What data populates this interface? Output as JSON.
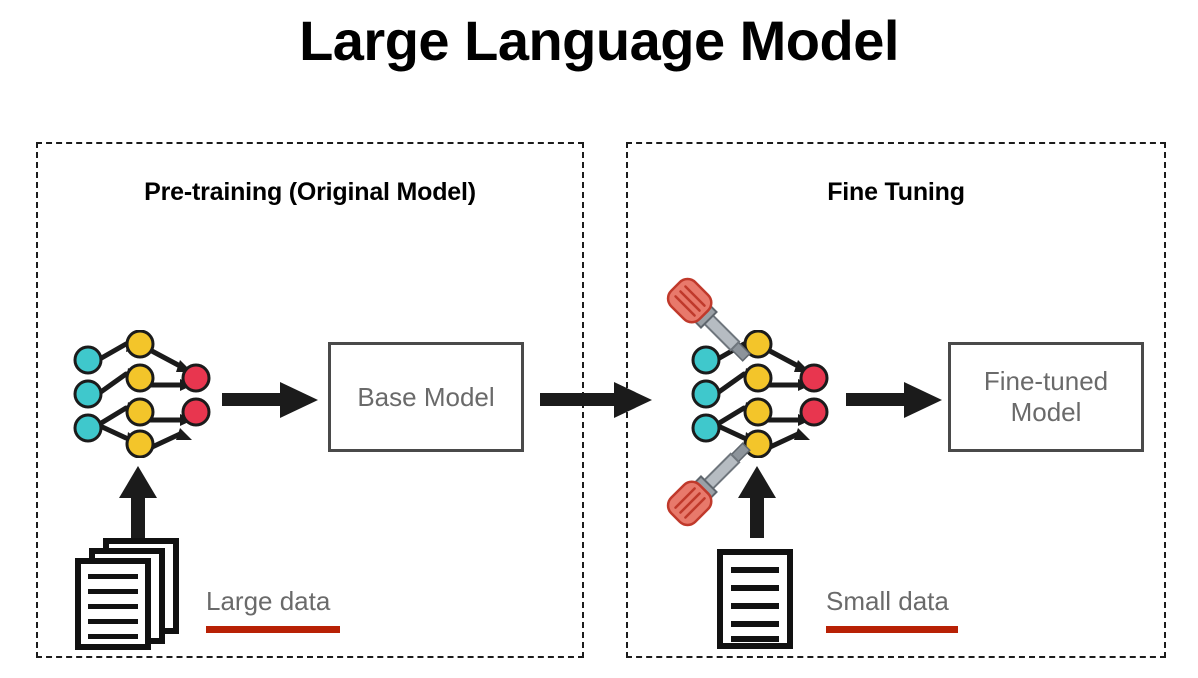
{
  "page": {
    "title": "Large Language Model",
    "background_color": "#ffffff"
  },
  "colors": {
    "node_input": "#3fc8cc",
    "node_hidden": "#f3c52a",
    "node_output": "#e8364f",
    "node_stroke": "#1b1b1b",
    "arrow": "#1b1b1b",
    "panel_border": "#1c1c1c",
    "box_border": "#4a4a4a",
    "box_text": "#6a6a6a",
    "underline_red": "#b82105",
    "screwdriver_handle": "#e8796b",
    "screwdriver_handle_stripe": "#c0392b",
    "screwdriver_shaft": "#9aa0a6",
    "document_stroke": "#111111"
  },
  "panels": [
    {
      "id": "pretraining",
      "title": "Pre-training (Original Model)",
      "model_box_label": "Base Model",
      "data_label": "Large data",
      "document_icon": "document-stack-icon",
      "document_count": 3,
      "document_lines": 5,
      "has_screwdrivers": false,
      "network": {
        "input_nodes": 3,
        "hidden_nodes": 4,
        "output_nodes": 2,
        "input_color": "#3fc8cc",
        "hidden_color": "#f3c52a",
        "output_color": "#e8364f"
      }
    },
    {
      "id": "finetuning",
      "title": "Fine Tuning",
      "model_box_label_line1": "Fine-tuned",
      "model_box_label_line2": "Model",
      "data_label": "Small data",
      "document_icon": "document-single-icon",
      "document_count": 1,
      "document_lines": 5,
      "has_screwdrivers": true,
      "screwdriver_count": 2,
      "network": {
        "input_nodes": 3,
        "hidden_nodes": 4,
        "output_nodes": 2,
        "input_color": "#3fc8cc",
        "hidden_color": "#f3c52a",
        "output_color": "#e8364f"
      }
    }
  ],
  "arrows": [
    {
      "name": "arrow-network-to-base-model",
      "direction": "right"
    },
    {
      "name": "arrow-large-data-to-network",
      "direction": "up"
    },
    {
      "name": "arrow-base-model-to-finetuning",
      "direction": "right"
    },
    {
      "name": "arrow-network-to-finetuned-model",
      "direction": "right"
    },
    {
      "name": "arrow-small-data-to-network",
      "direction": "up"
    }
  ]
}
